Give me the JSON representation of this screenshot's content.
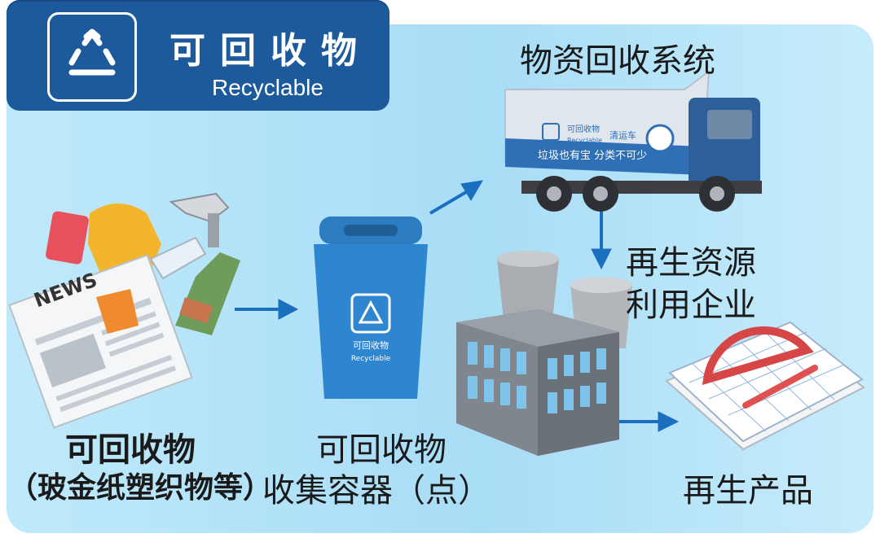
{
  "header": {
    "title_cn": "可回收物",
    "title_en": "Recyclable"
  },
  "labels": {
    "system": "物资回收系统",
    "enterprise_line1": "再生资源",
    "enterprise_line2": "利用企业",
    "source_title": "可回收物",
    "source_subtitle": "（玻金纸塑织物等）",
    "bin_line1": "可回收物",
    "bin_line2": "收集容器（点）",
    "product": "再生产品"
  },
  "truck": {
    "logo_cn": "可回收物",
    "logo_en": "Recyclable",
    "tag": "清运车",
    "slogan": "垃圾也有宝 分类不可少"
  },
  "bin": {
    "label_cn": "可回收物",
    "label_en": "Recyclable"
  },
  "news": {
    "headline": "NEWS"
  },
  "colors": {
    "header": "#1d5a9c",
    "arrow": "#1b6fbf",
    "panel": "#a8ddf6"
  }
}
